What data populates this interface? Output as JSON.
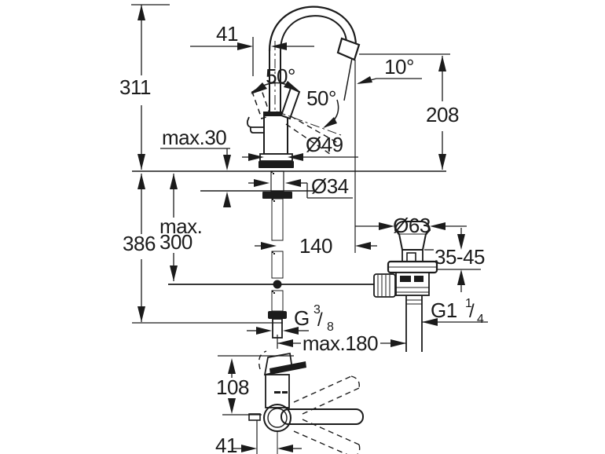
{
  "drawing": {
    "kind": "technical dimension drawing",
    "subject": "single-lever basin mixer tap with high swivel spout and pop-up waste, front elevation with installation dimensions plus top view",
    "units": "mm",
    "colors": {
      "line": "#1b1b1b",
      "background": "#ffffff"
    }
  },
  "labels": {
    "spout_axis_offset_top": "41",
    "overall_height": "311",
    "handle_angle_front": "50°",
    "handle_angle_side": "50°",
    "spray_angle": "10°",
    "spout_outlet_height": "208",
    "deck_thickness": "max.30",
    "body_diameter": "Ø49",
    "mounting_hole_diameter": "Ø34",
    "pull_rod_max_word": "max.",
    "pull_rod_max_value": "300",
    "height_below_deck": "386",
    "spout_reach": "140",
    "waste_plug_diameter": "Ø63",
    "basin_clamp_range": "35-45",
    "supply_thread": {
      "g": "G",
      "sup": "3",
      "slash": "/",
      "sub": "8"
    },
    "waste_thread": {
      "g": "G1",
      "sup": "1",
      "slash": "/",
      "sub": "4"
    },
    "hose_projection": "max.180",
    "top_view_depth": "108",
    "rod_offset_bottom": "41"
  }
}
